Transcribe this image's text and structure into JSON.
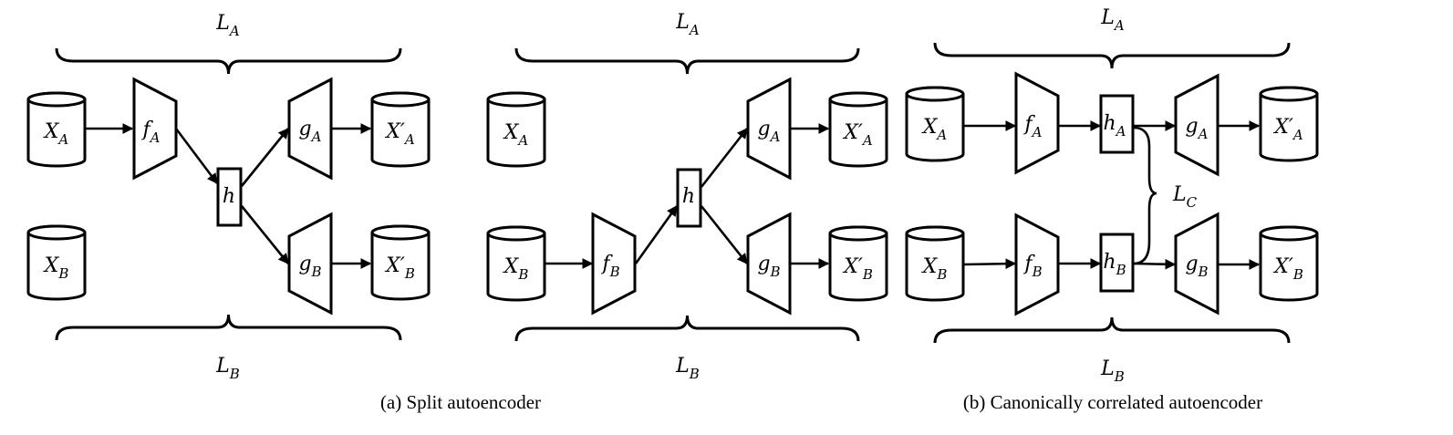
{
  "panel_split": {
    "loss_top": {
      "main": "L",
      "sub": "A"
    },
    "loss_bottom": {
      "main": "L",
      "sub": "B"
    },
    "diagram1": {
      "xa": {
        "main": "X",
        "sub": "A",
        "prime": ""
      },
      "xb": {
        "main": "X",
        "sub": "B",
        "prime": ""
      },
      "fa": {
        "main": "f",
        "sub": "A"
      },
      "h": {
        "main": "h"
      },
      "ga": {
        "main": "g",
        "sub": "A"
      },
      "gb": {
        "main": "g",
        "sub": "B"
      },
      "xa_out": {
        "main": "X",
        "sub": "A",
        "prime": "′"
      },
      "xb_out": {
        "main": "X",
        "sub": "B",
        "prime": "′"
      }
    },
    "diagram2": {
      "xa": {
        "main": "X",
        "sub": "A",
        "prime": ""
      },
      "xb": {
        "main": "X",
        "sub": "B",
        "prime": ""
      },
      "fb": {
        "main": "f",
        "sub": "B"
      },
      "h": {
        "main": "h"
      },
      "ga": {
        "main": "g",
        "sub": "A"
      },
      "gb": {
        "main": "g",
        "sub": "B"
      },
      "xa_out": {
        "main": "X",
        "sub": "A",
        "prime": "′"
      },
      "xb_out": {
        "main": "X",
        "sub": "B",
        "prime": "′"
      }
    },
    "caption": "(a) Split autoencoder"
  },
  "panel_cca": {
    "loss_top": {
      "main": "L",
      "sub": "A"
    },
    "loss_bottom": {
      "main": "L",
      "sub": "B"
    },
    "loss_c": {
      "main": "L",
      "sub": "C"
    },
    "xa": {
      "main": "X",
      "sub": "A",
      "prime": ""
    },
    "xb": {
      "main": "X",
      "sub": "B",
      "prime": ""
    },
    "fa": {
      "main": "f",
      "sub": "A"
    },
    "fb": {
      "main": "f",
      "sub": "B"
    },
    "ha": {
      "main": "h",
      "sub": "A"
    },
    "hb": {
      "main": "h",
      "sub": "B"
    },
    "ga": {
      "main": "g",
      "sub": "A"
    },
    "gb": {
      "main": "g",
      "sub": "B"
    },
    "xa_out": {
      "main": "X",
      "sub": "A",
      "prime": "′"
    },
    "xb_out": {
      "main": "X",
      "sub": "B",
      "prime": "′"
    },
    "caption": "(b) Canonically correlated autoencoder"
  }
}
